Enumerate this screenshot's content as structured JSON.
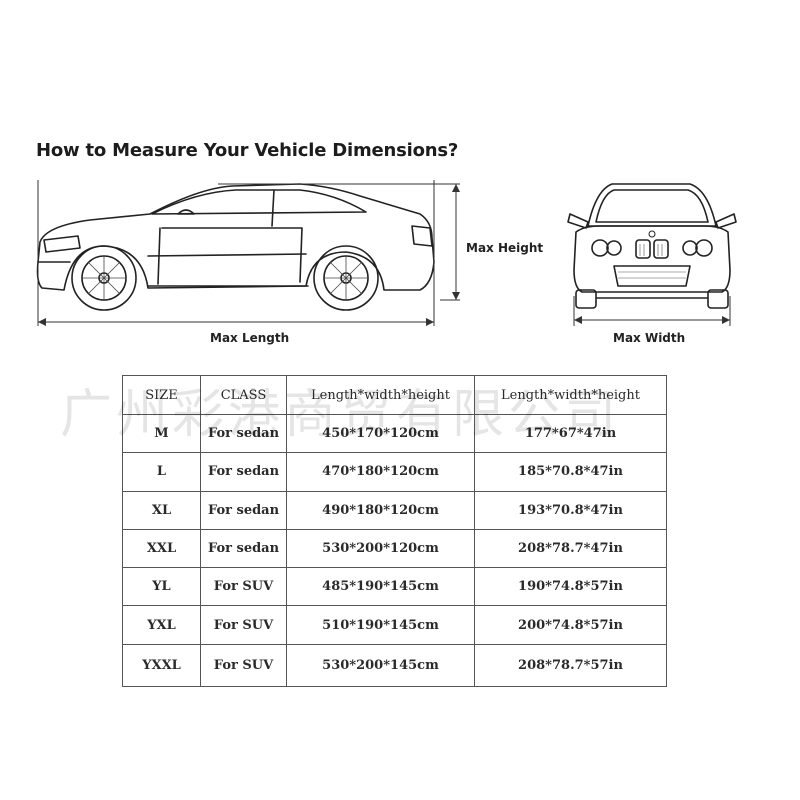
{
  "title": "How to Measure Your Vehicle Dimensions?",
  "labels": {
    "max_length": "Max Length",
    "max_height": "Max Height",
    "max_width": "Max Width"
  },
  "watermark": "广州彩港商贸有限公司",
  "table": {
    "headers": [
      "SIZE",
      "CLASS",
      "Length*width*height",
      "Length*width*height"
    ],
    "rows": [
      [
        "M",
        "For sedan",
        "450*170*120cm",
        "177*67*47in"
      ],
      [
        "L",
        "For sedan",
        "470*180*120cm",
        "185*70.8*47in"
      ],
      [
        "XL",
        "For sedan",
        "490*180*120cm",
        "193*70.8*47in"
      ],
      [
        "XXL",
        "For sedan",
        "530*200*120cm",
        "208*78.7*47in"
      ],
      [
        "YL",
        "For SUV",
        "485*190*145cm",
        "190*74.8*57in"
      ],
      [
        "YXL",
        "For SUV",
        "510*190*145cm",
        "200*74.8*57in"
      ],
      [
        "YXXL",
        "For SUV",
        "530*200*145cm",
        "208*78.7*57in"
      ]
    ]
  }
}
